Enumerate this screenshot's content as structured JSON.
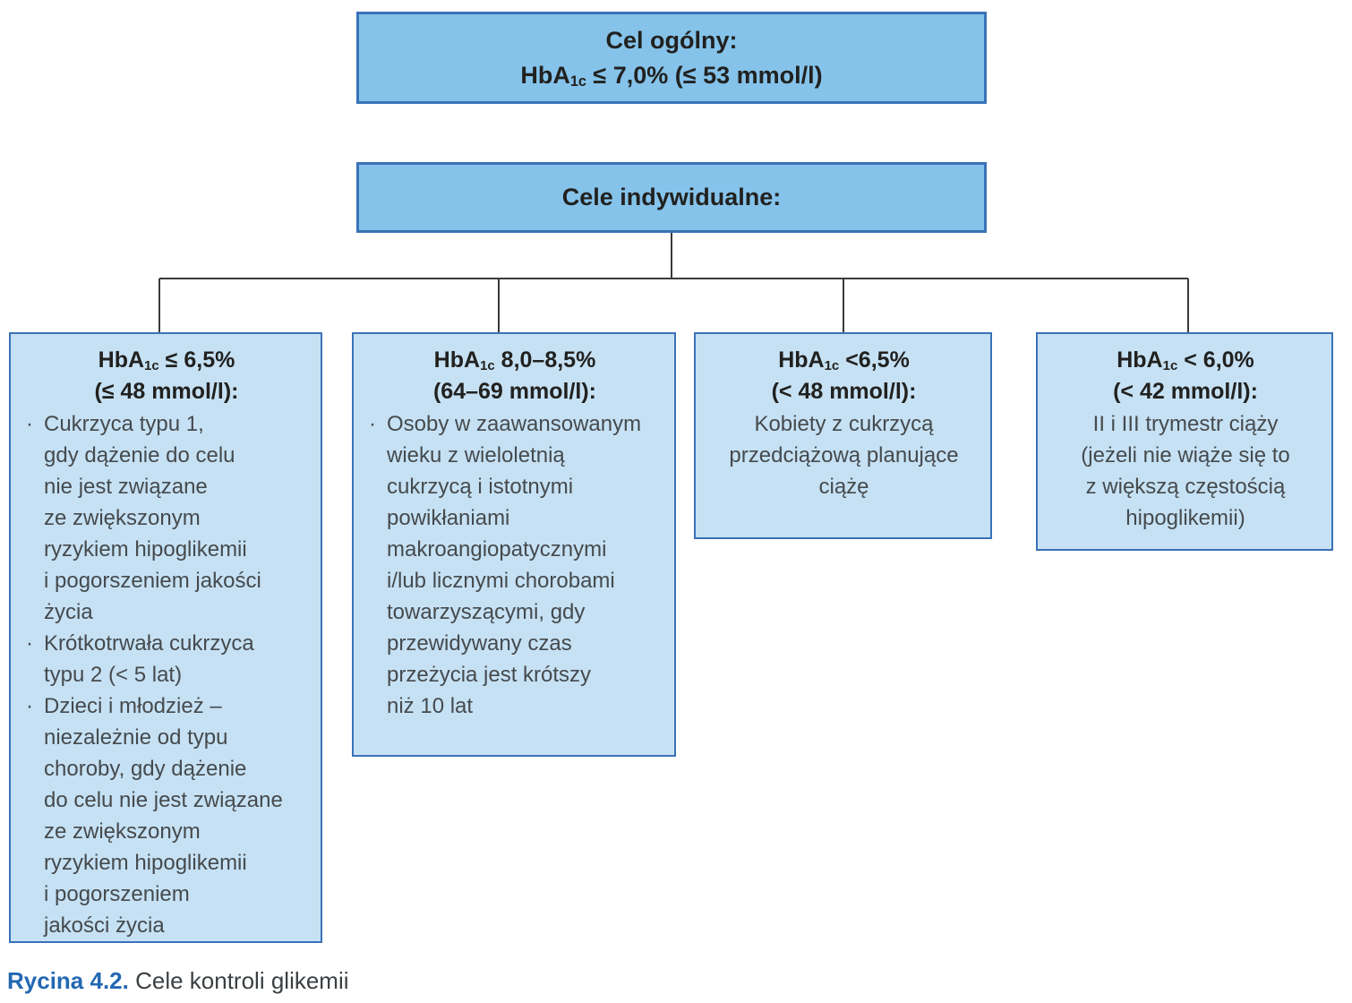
{
  "accent_colors": {
    "top_box_fill": "#85C3EA",
    "child_box_fill": "#C6E1F4",
    "box_border": "#3A72B7",
    "connector": "#3A3A3A",
    "caption_label_color": "#2368B2",
    "body_text": "#454A4D",
    "header_text": "#21211F"
  },
  "chart": {
    "general_goal": {
      "title": "Cel ogólny:",
      "value": {
        "prefix": "HbA",
        "sub": "1c",
        "rest": " ≤ 7,0% (≤ 53 mmol/l)"
      }
    },
    "individual_goals": {
      "title": "Cele indywidualne:"
    },
    "branches": [
      {
        "header": {
          "prefix": "HbA",
          "sub": "1c",
          "rest": " ≤ 6,5%"
        },
        "header_line2": "(≤ 48 mmol/l):",
        "bullets": [
          "Cukrzyca typu 1,\ngdy dążenie do celu\nnie jest związane\nze zwiększonym\nryzykiem hipoglikemii\ni pogorszeniem jakości\nżycia",
          "Krótkotrwała cukrzyca\ntypu 2 (< 5 lat)",
          "Dzieci i młodzież –\nniezależnie od typu\nchoroby, gdy dążenie\ndo celu nie jest związane\nze zwiększonym\nryzykiem hipoglikemii\ni pogorszeniem\njakości życia"
        ]
      },
      {
        "header": {
          "prefix": "HbA",
          "sub": "1c",
          "rest": " 8,0–8,5%"
        },
        "header_line2": "(64–69 mmol/l):",
        "bullets": [
          "Osoby w zaawansowanym\nwieku z wieloletnią\ncukrzycą i istotnymi\npowikłaniami\nmakroangiopatycznymi\ni/lub licznymi chorobami\ntowarzyszącymi, gdy\nprzewidywany czas\nprzeżycia jest krótszy\nniż 10 lat"
        ]
      },
      {
        "header": {
          "prefix": "HbA",
          "sub": "1c",
          "rest": " <6,5%"
        },
        "header_line2": "(< 48 mmol/l):",
        "body": "Kobiety z cukrzycą\nprzedciążową planujące\nciążę"
      },
      {
        "header": {
          "prefix": "HbA",
          "sub": "1c",
          "rest": " < 6,0%"
        },
        "header_line2": "(< 42 mmol/l):",
        "body": "II i III trymestr ciąży\n(jeżeli nie wiąże się to\nz większą częstością\nhipoglikemii)"
      }
    ]
  },
  "caption": {
    "label": "Rycina 4.2.",
    "text": "Cele kontroli glikemii"
  }
}
